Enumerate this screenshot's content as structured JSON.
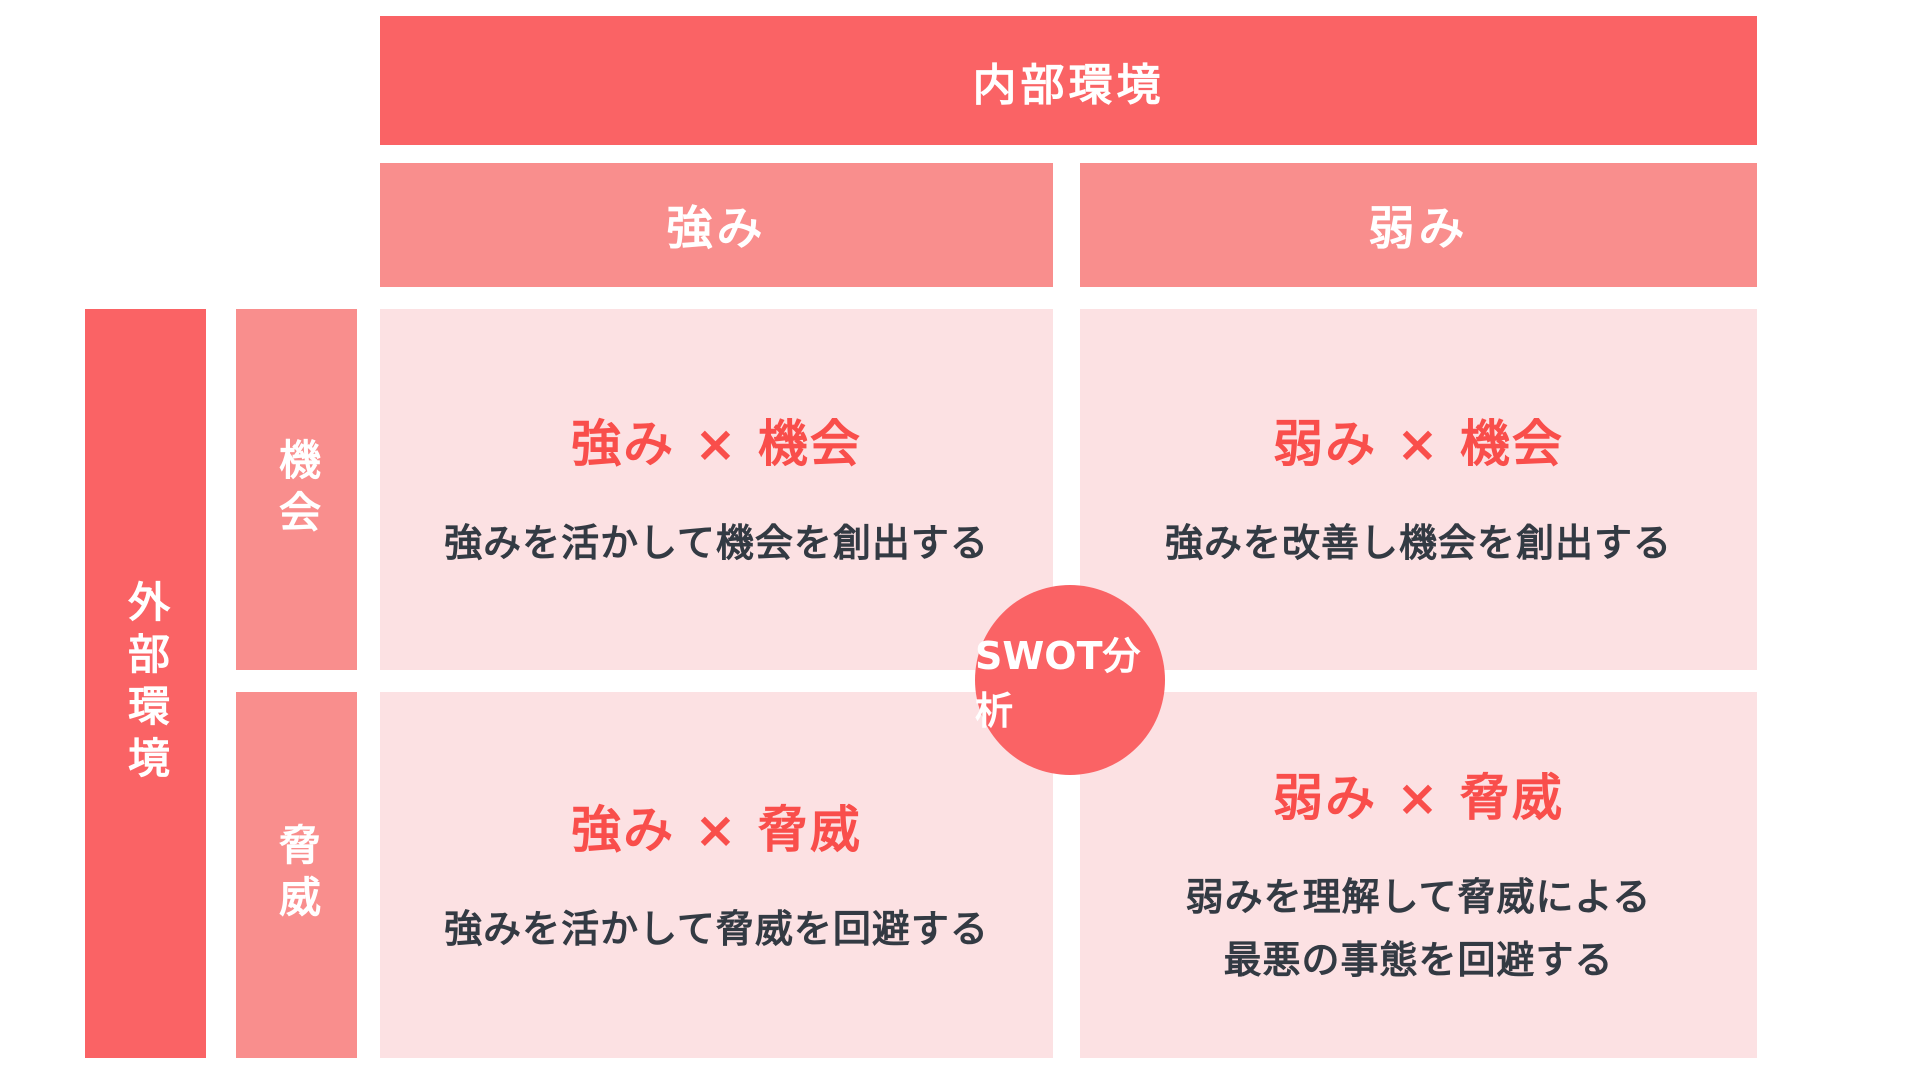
{
  "diagram": {
    "type": "swot-matrix",
    "center_label": "SWOT分析",
    "axes": {
      "internal_label": "内部環境",
      "external_label": "外部環境"
    },
    "columns": [
      {
        "key": "strengths",
        "label": "強み"
      },
      {
        "key": "weaknesses",
        "label": "弱み"
      }
    ],
    "rows": [
      {
        "key": "opportunities",
        "label": "機会"
      },
      {
        "key": "threats",
        "label": "脅威"
      }
    ],
    "quadrants": [
      {
        "key": "strengths-opportunities",
        "title": "強み × 機会",
        "description": "強みを活かして機会を創出する"
      },
      {
        "key": "weaknesses-opportunities",
        "title": "弱み × 機会",
        "description": "強みを改善し機会を創出する"
      },
      {
        "key": "strengths-threats",
        "title": "強み × 脅威",
        "description": "強みを活かして脅威を回避する"
      },
      {
        "key": "weaknesses-threats",
        "title": "弱み × 脅威",
        "description": "弱みを理解して脅威による\n最悪の事態を回避する"
      }
    ],
    "colors": {
      "main_red": "#fa6365",
      "medium_pink": "#f98e8d",
      "light_pink": "#fce1e3",
      "title_red": "#f94e4b",
      "dark_text": "#333a43",
      "white_text": "#ffffff",
      "background": "#ffffff"
    }
  }
}
